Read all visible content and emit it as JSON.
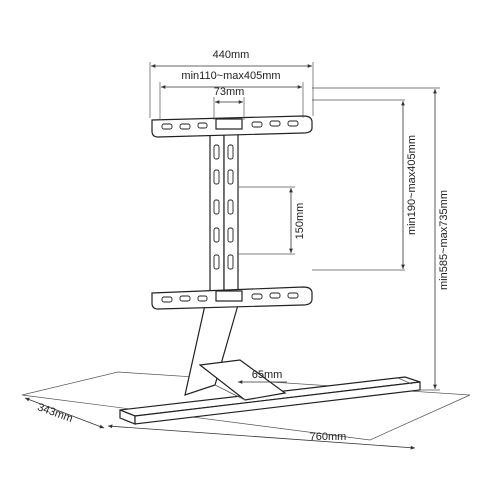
{
  "dimensions": {
    "width_top": "440mm",
    "vesa_horizontal": "min110~max405mm",
    "center_spacing": "73mm",
    "vertical_adjust": "150mm",
    "vesa_vertical": "min190~max405mm",
    "total_height": "min585~max735mm",
    "neck_width": "65mm",
    "base_depth": "343mm",
    "base_width": "760mm"
  }
}
